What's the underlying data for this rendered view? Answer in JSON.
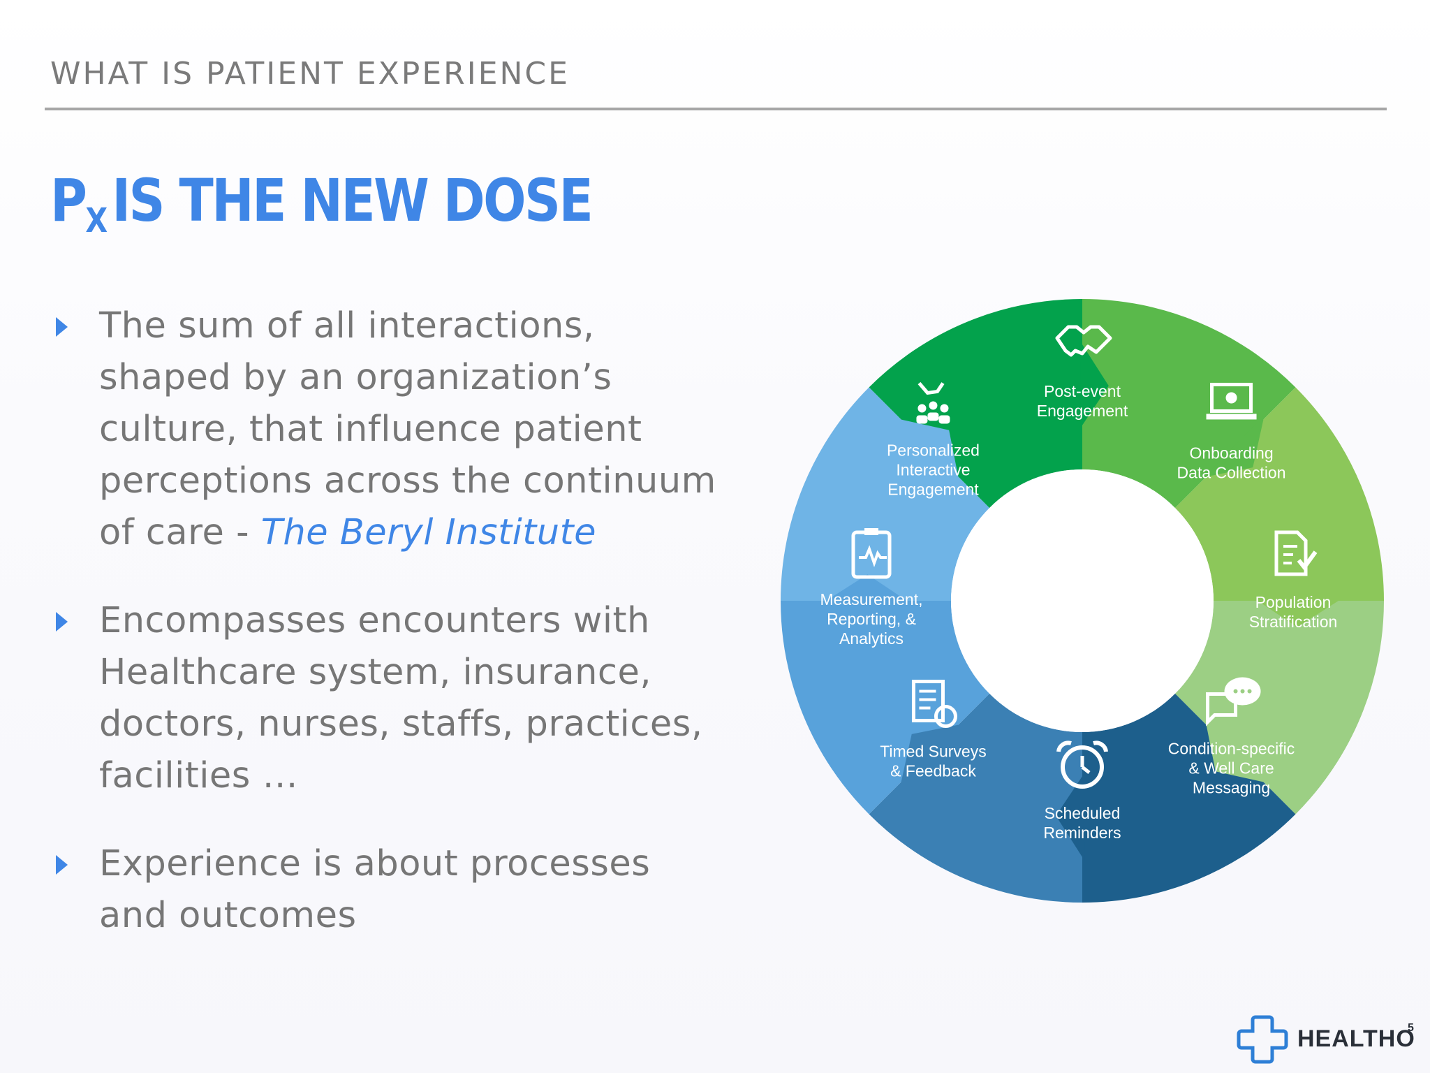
{
  "header": {
    "section_title": "WHAT IS PATIENT EXPERIENCE",
    "heading_p": "P",
    "heading_sub": "X",
    "heading_rest": "IS THE NEW DOSE"
  },
  "bullets": [
    {
      "text": "The sum of all interactions, shaped by an organization’s culture, that influence patient perceptions across the continuum of care - ",
      "citation": "The Beryl Institute"
    },
    {
      "text": "Encompasses encounters with Healthcare system, insurance, doctors, nurses, staffs, practices, facilities …"
    },
    {
      "text": "Experience is about processes and outcomes"
    }
  ],
  "cycle": {
    "segments": [
      {
        "lines": [
          "Post-event",
          "Engagement"
        ],
        "icon": "handshake-icon",
        "color": "#03a24c"
      },
      {
        "lines": [
          "Onboarding",
          "Data Collection"
        ],
        "icon": "laptop-gear-icon",
        "color": "#5ab94b"
      },
      {
        "lines": [
          "Population",
          "Stratification"
        ],
        "icon": "document-check-icon",
        "color": "#8cc75a"
      },
      {
        "lines": [
          "Condition-specific",
          "& Well Care",
          "Messaging"
        ],
        "icon": "chat-bubbles-icon",
        "color": "#9ccf84"
      },
      {
        "lines": [
          "Scheduled",
          "Reminders"
        ],
        "icon": "alarm-clock-icon",
        "color": "#1d5f8c"
      },
      {
        "lines": [
          "Timed Surveys",
          "& Feedback"
        ],
        "icon": "survey-timer-icon",
        "color": "#3b80b4"
      },
      {
        "lines": [
          "Measurement,",
          "Reporting, &",
          "Analytics"
        ],
        "icon": "clipboard-pulse-icon",
        "color": "#58a2db"
      },
      {
        "lines": [
          "Personalized",
          "Interactive",
          "Engagement"
        ],
        "icon": "hand-people-icon",
        "color": "#6fb4e6"
      }
    ]
  },
  "logo": {
    "name": "HEALTHO",
    "superscript": "5",
    "icon": "cross-logo-icon",
    "color": "#2e7fd6"
  },
  "colors": {
    "accent": "#3f86e6",
    "body_text": "#767676",
    "title_text": "#7a7a7a"
  }
}
